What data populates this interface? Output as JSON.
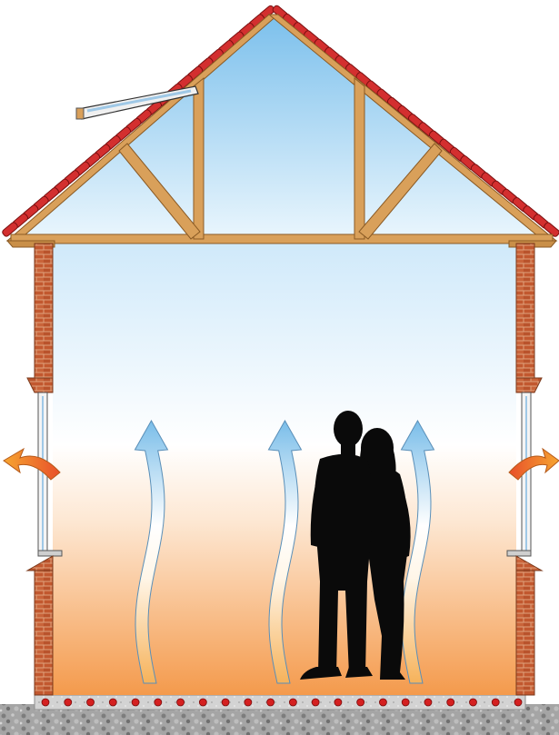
{
  "diagram": {
    "colors": {
      "sky_light": "#eef7fd",
      "sky_blue": "#8cc8ee",
      "room_top": "#cfe9fa",
      "room_mid": "#ffffff",
      "room_bottom": "#f5a55a",
      "timber": "#d9a05a",
      "timber_edge": "#8a5a24",
      "roof_tile": "#d32f2f",
      "roof_tile_edge": "#7a1010",
      "brick": "#c8603a",
      "brick_mortar": "#e8b08a",
      "ground": "#9a9a9a",
      "floor_slab": "#c9c9c9",
      "heating_pipe": "#d42020",
      "warm_arrow": "#f5b04a",
      "cool_arrow": "#8cc8ee",
      "silhouette": "#0a0a0a"
    },
    "icons": {
      "heating": "underfloor-heating-pipes",
      "convection": "rising-warm-air-arrow",
      "heat_loss": "heat-escape-arrow",
      "people": "couple-silhouette",
      "roof_light": "open-roof-window"
    },
    "rising_air_arrows": 3,
    "heat_loss_arrows": 2,
    "heating_pipes": 22
  }
}
